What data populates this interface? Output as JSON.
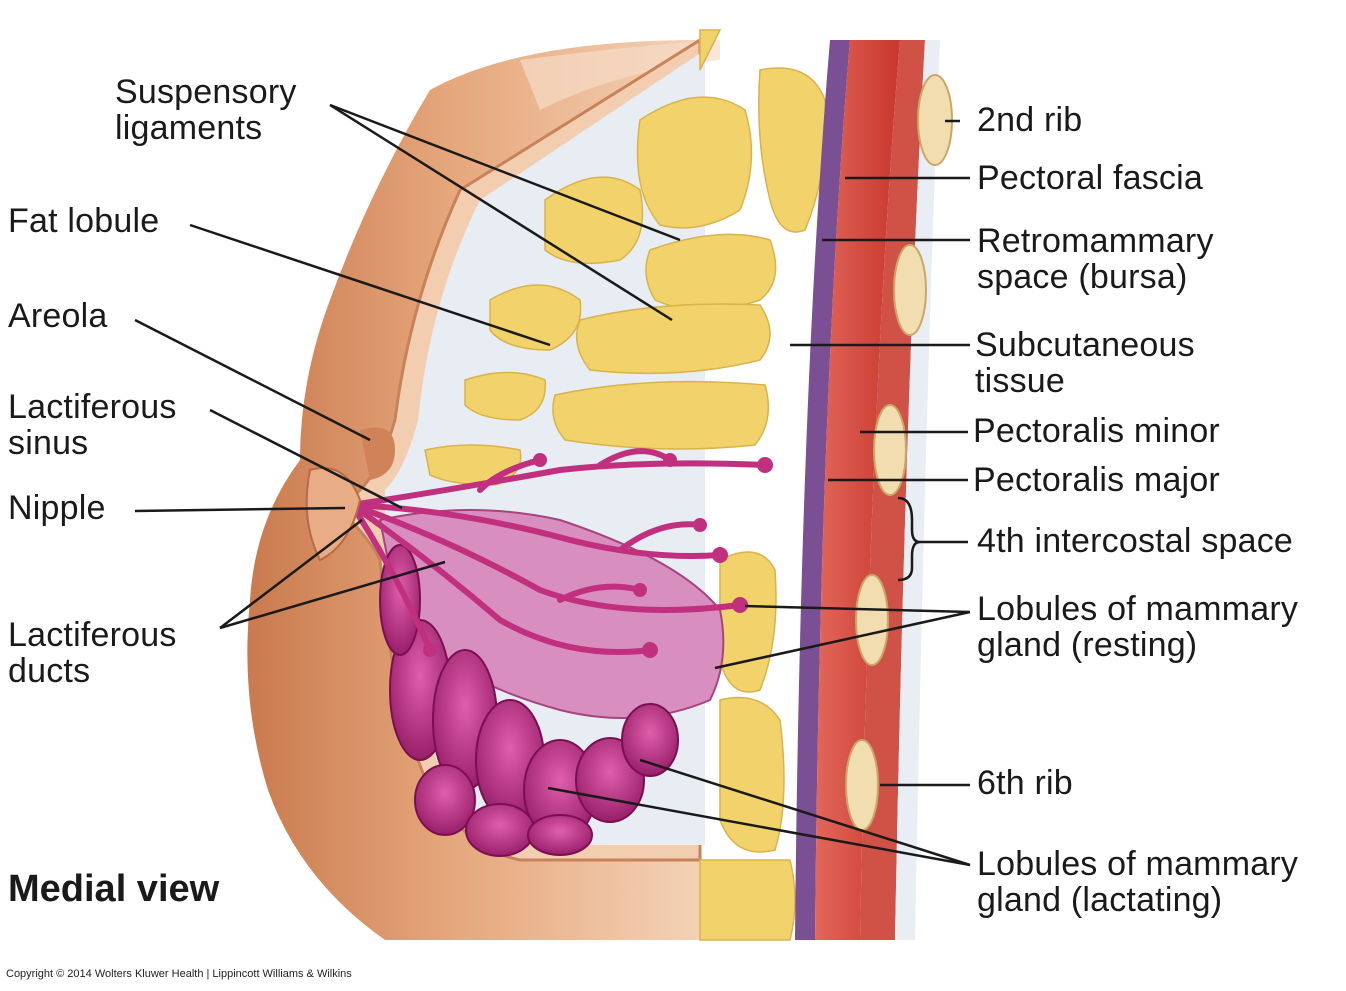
{
  "labels": {
    "suspensory_ligaments": [
      "Suspensory",
      "ligaments"
    ],
    "fat_lobule": [
      "Fat lobule"
    ],
    "areola": [
      "Areola"
    ],
    "lactiferous_sinus": [
      "Lactiferous",
      "sinus"
    ],
    "nipple": [
      "Nipple"
    ],
    "lactiferous_ducts": [
      "Lactiferous",
      "ducts"
    ],
    "rib_2nd": [
      "2nd rib"
    ],
    "pectoral_fascia": [
      "Pectoral fascia"
    ],
    "retromammary_space": [
      "Retromammary",
      "space (bursa)"
    ],
    "subcutaneous_tissue": [
      "Subcutaneous",
      "tissue"
    ],
    "pectoralis_minor": [
      "Pectoralis minor"
    ],
    "pectoralis_major": [
      "Pectoralis major"
    ],
    "intercostal_space_4th": [
      "4th intercostal space"
    ],
    "lobules_resting": [
      "Lobules of mammary",
      "gland (resting)"
    ],
    "rib_6th": [
      "6th rib"
    ],
    "lobules_lactating": [
      "Lobules of mammary",
      "gland (lactating)"
    ]
  },
  "title": "Medial view",
  "copyright": "Copyright © 2014 Wolters Kluwer Health | Lippincott Williams & Wilkins",
  "colors": {
    "skin": "#d9956a",
    "skin_light": "#f0c9a8",
    "fat": "#f2d36b",
    "connective": "#dfe8ef",
    "gland_lactating": "#b8237e",
    "gland_resting": "#d88fbf",
    "ducts": "#c0307f",
    "muscle": "#d9473a",
    "fascia": "#7a4f93",
    "bone": "#f2ddb0",
    "leader": "#1a1a1a"
  }
}
